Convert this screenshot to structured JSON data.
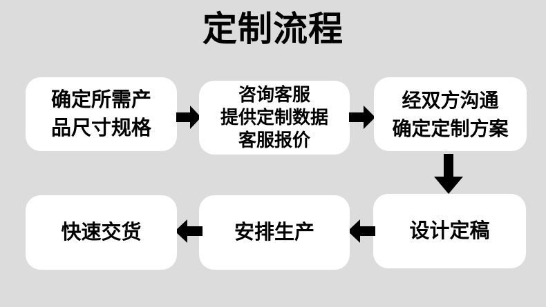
{
  "page": {
    "title": "定制流程",
    "background_color": "#dcdcdc",
    "box_color": "#ffffff",
    "text_color": "#000000",
    "arrow_color": "#000000"
  },
  "flow": {
    "nodes": [
      {
        "id": "box-1",
        "step": 1,
        "lines": [
          "确定所需产",
          "品尺寸规格"
        ],
        "full_text": "确定所需产品尺寸规格"
      },
      {
        "id": "box-2",
        "step": 2,
        "lines": [
          "咨询客服",
          "提供定制数据",
          "客服报价"
        ],
        "full_text": "咨询客服提供定制数据客服报价"
      },
      {
        "id": "box-3",
        "step": 3,
        "lines": [
          "经双方沟通",
          "确定定制方案"
        ],
        "full_text": "经双方沟通确定定制方案"
      },
      {
        "id": "box-4",
        "step": 4,
        "lines": [
          "设计定稿"
        ],
        "full_text": "设计定稿"
      },
      {
        "id": "box-5",
        "step": 5,
        "lines": [
          "安排生产"
        ],
        "full_text": "安排生产"
      },
      {
        "id": "box-6",
        "step": 6,
        "lines": [
          "快速交货"
        ],
        "full_text": "快速交货"
      }
    ],
    "connectors": [
      {
        "id": "arrow-1",
        "from": "box-1",
        "to": "box-2",
        "direction": "right",
        "icon": "arrow-right-icon"
      },
      {
        "id": "arrow-2",
        "from": "box-2",
        "to": "box-3",
        "direction": "right",
        "icon": "arrow-right-icon"
      },
      {
        "id": "arrow-3",
        "from": "box-3",
        "to": "box-4",
        "direction": "down",
        "icon": "arrow-down-icon"
      },
      {
        "id": "arrow-4",
        "from": "box-4",
        "to": "box-5",
        "direction": "left",
        "icon": "arrow-left-icon"
      },
      {
        "id": "arrow-5",
        "from": "box-5",
        "to": "box-6",
        "direction": "left",
        "icon": "arrow-left-icon"
      }
    ]
  }
}
